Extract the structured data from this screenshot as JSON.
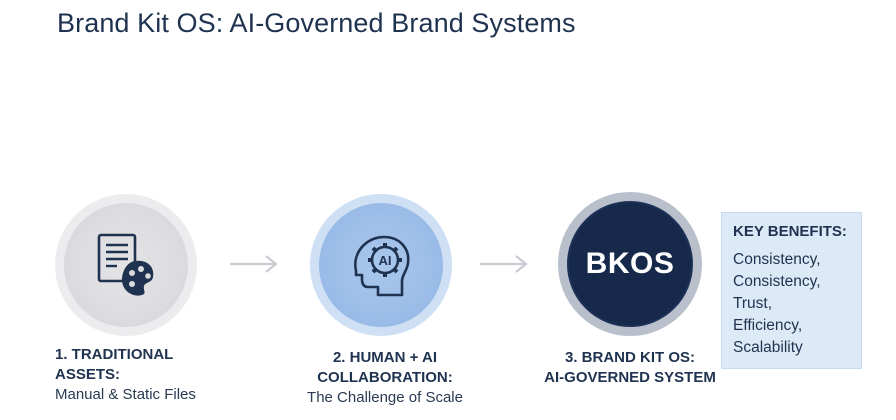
{
  "title": "Brand Kit OS: AI-Governed Brand Systems",
  "steps": [
    {
      "heading_line1": "1. TRADITIONAL",
      "heading_line2": "ASSETS:",
      "subtitle": "Manual & Static Files",
      "icon": "document-palette-icon"
    },
    {
      "heading_line1": "2. HUMAN + AI",
      "heading_line2": "COLLABORATION:",
      "subtitle": "The Challenge of Scale",
      "icon": "head-gear-ai-icon",
      "icon_text": "AI"
    },
    {
      "heading_line1": "3. BRAND KIT OS:",
      "heading_line2": "AI-GOVERNED SYSTEM",
      "badge": "BKOS"
    }
  ],
  "benefits": {
    "heading": "KEY BENEFITS:",
    "items": [
      "Consistency,",
      "Consistency,",
      "Trust,",
      "Efficiency,",
      "Scalability"
    ]
  },
  "colors": {
    "navy": "#17294a",
    "text": "#1f3350",
    "light_blue": "#9cbde8",
    "grey": "#dcdcdf",
    "benefit_bg": "#dce9f7"
  }
}
